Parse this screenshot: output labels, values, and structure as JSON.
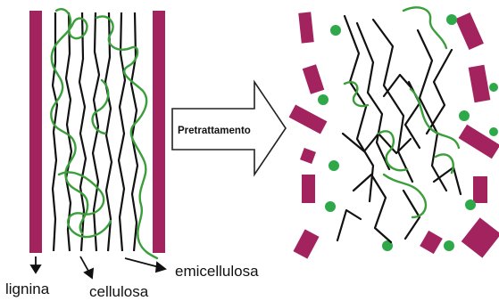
{
  "labels": {
    "lignin": "lignina",
    "cellulose": "cellulosa",
    "hemicellulose": "emicellulosa",
    "process": "Pretrattamento"
  },
  "colors": {
    "lignin": "#a3235f",
    "cellulose": "#111111",
    "hemicellulose": "#3a9f3a",
    "arrow_outline": "#222222",
    "background": "#ffffff"
  },
  "components": {
    "before": [
      "lignin-bars",
      "cellulose-fibers",
      "hemicellulose-strands"
    ],
    "after": [
      "lignin-fragments",
      "cellulose-fragments",
      "hemicellulose-fragments",
      "sugar-dots"
    ]
  }
}
